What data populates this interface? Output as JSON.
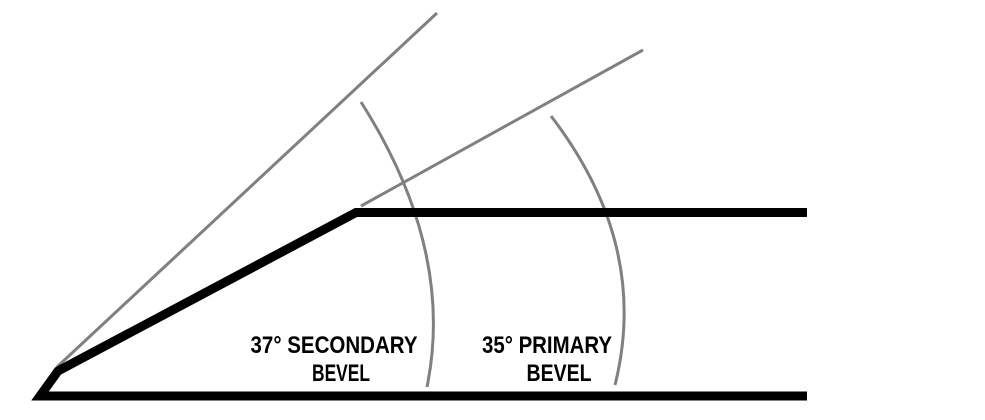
{
  "diagram": {
    "labels": {
      "secondary": {
        "line1": "37° SECONDARY",
        "line2": "BEVEL"
      },
      "primary": {
        "line1": "35° PRIMARY",
        "line2": "BEVEL"
      }
    },
    "colors": {
      "blade": "#000000",
      "guides": "#808080",
      "text": "#000000",
      "background": "#ffffff"
    }
  }
}
